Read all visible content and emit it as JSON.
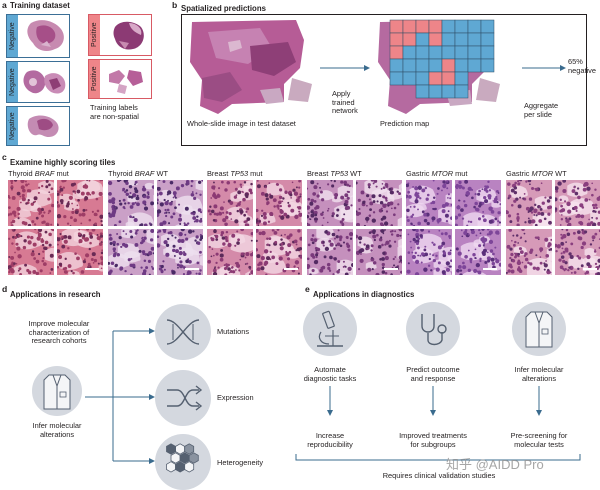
{
  "panels": {
    "a": {
      "letter": "a",
      "title": "Training dataset",
      "labels": [
        "Negative",
        "Negative",
        "Negative",
        "Positive",
        "Positive"
      ],
      "caption": [
        "Training labels",
        "are non-spatial"
      ]
    },
    "b": {
      "letter": "b",
      "title": "Spatialized predictions",
      "wsi_caption": "Whole-slide image in test dataset",
      "apply": [
        "Apply",
        "trained",
        "network"
      ],
      "map_caption": "Prediction map",
      "result": [
        "65%",
        "negative"
      ],
      "aggregate": [
        "Aggregate",
        "per slide"
      ]
    },
    "c": {
      "letter": "c",
      "title": "Examine highly scoring tiles",
      "groups": [
        {
          "pre": "Thyroid ",
          "gene": "BRAF",
          "post": " mut"
        },
        {
          "pre": "Thyroid ",
          "gene": "BRAF",
          "post": " WT"
        },
        {
          "pre": "Breast ",
          "gene": "TP53",
          "post": " mut"
        },
        {
          "pre": "Breast ",
          "gene": "TP53",
          "post": " WT"
        },
        {
          "pre": "Gastric ",
          "gene": "MTOR",
          "post": " mut"
        },
        {
          "pre": "Gastric ",
          "gene": "MTOR",
          "post": " WT"
        }
      ]
    },
    "d": {
      "letter": "d",
      "title": "Applications in research",
      "improve": [
        "Improve molecular",
        "characterization of",
        "research cohorts"
      ],
      "infer": [
        "Infer molecular",
        "alterations"
      ],
      "items": [
        "Mutations",
        "Expression",
        "Heterogeneity"
      ],
      "icons": [
        "dna-icon",
        "shuffle-icon",
        "hexagons-icon"
      ]
    },
    "e": {
      "letter": "e",
      "title": "Applications in diagnostics",
      "columns": [
        {
          "top": [
            "Automate",
            "diagnostic tasks"
          ],
          "bottom": [
            "Increase",
            "reproducibility"
          ],
          "icon": "microscope-icon"
        },
        {
          "top": [
            "Predict outcome",
            "and response"
          ],
          "bottom": [
            "Improved treatments",
            "for subgroups"
          ],
          "icon": "stethoscope-icon"
        },
        {
          "top": [
            "Infer molecular",
            "alterations"
          ],
          "bottom": [
            "Pre-screening for",
            "molecular tests"
          ],
          "icon": "lab-coat-icon"
        }
      ],
      "footer": "Requires clinical validation studies"
    }
  },
  "watermark": "知乎 @AIDD Pro",
  "colors": {
    "negative": "#5fa8d3",
    "positive": "#ee8589",
    "tissue": "#b04c8a",
    "icon_bg": "#d4d8df"
  }
}
